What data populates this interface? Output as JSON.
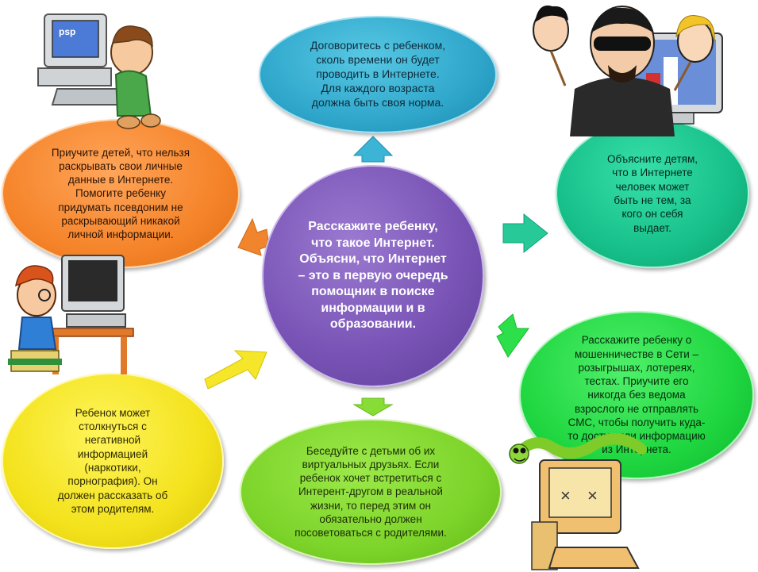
{
  "center": {
    "text": "Расскажите ребенку,\nчто такое Интернет.\nОбъясни, что Интернет\n– это в первую очередь\nпомощник в поиске\nинформации и в\nобразовании."
  },
  "nodes": {
    "top": {
      "text": "Договоритесь с ребенком,\nсколь времени он будет\nпроводить в Интернете.\nДля каждого возраста\nдолжна быть своя норма."
    },
    "left": {
      "text": "Приучите детей, что нельзя\nраскрывать свои личные\nданные в Интернете.\nПомогите ребенку\nпридумать псевдоним не\nраскрывающий никакой\nличной информации."
    },
    "right": {
      "text": "Объясните детям,\nчто в Интернете\nчеловек может\nбыть не тем, за\nкого он себя\nвыдает."
    },
    "low_right": {
      "text": "Расскажите ребенку о\nмошенничестве в Сети –\nрозыгрышах, лотереях,\nтестах. Приучите его\nникогда без ведома\nвзрослого не отправлять\nСМС, чтобы получить куда-\nто доступ или информацию\nиз Интернета."
    },
    "bottom": {
      "text": "Беседуйте с детьми об их\nвиртуальных друзьях. Если\nребенок хочет встретиться с\nИнтерент-другом в реальной\nжизни, то перед этим он\nобязательно должен\nпосоветоваться с родителями."
    },
    "low_left": {
      "text": "Ребенок может\nстолкнуться с\nнегативной\nинформацией\n(наркотики,\nпорнография). Он\nдолжен рассказать об\nэтом родителям."
    }
  },
  "clipart": {
    "top_left": {
      "icon": "child-at-computer-icon",
      "screen_label": "psp"
    },
    "left": {
      "icon": "boy-at-computer-icon"
    },
    "top_right": {
      "icon": "masked-man-with-masks-icon"
    },
    "bottom_right": {
      "icon": "worm-on-broken-computer-icon"
    }
  },
  "colors": {
    "center": "#7a55b7",
    "top": "#2fa7cb",
    "left": "#f5842a",
    "right": "#17c08a",
    "low_right": "#1fd640",
    "bottom": "#7dd42a",
    "low_left": "#f3e21c"
  }
}
